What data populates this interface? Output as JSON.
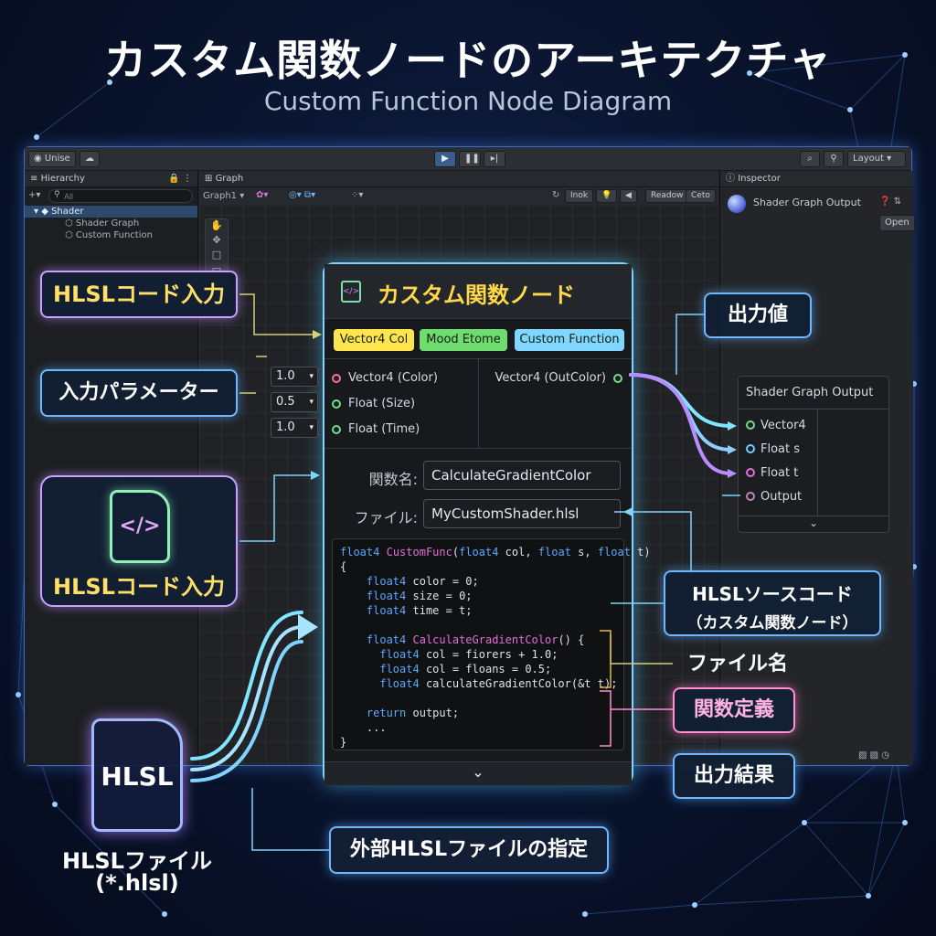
{
  "title": {
    "main": "カスタム関数ノードのアーキテクチャ",
    "sub": "Custom Function Node Diagram"
  },
  "colors": {
    "accent_cyan": "#7fd4ff",
    "accent_yellow": "#ffd84d",
    "accent_purple": "#c9a2ff",
    "accent_pink": "#ff8fd0",
    "wire_cyan": "#7fe6ff",
    "wire_violet": "#b98cff"
  },
  "unity": {
    "toolbar": {
      "app": "Unise",
      "layout": "Layout",
      "play_icon": "play-icon",
      "pause_icon": "pause-icon",
      "step_icon": "step-icon"
    },
    "hierarchy": {
      "tab": "Hierarchy",
      "add": "+▾",
      "search_placeholder": "All",
      "root": "Shader",
      "children": [
        "Shader Graph",
        "Custom Function"
      ]
    },
    "graph": {
      "tab": "Graph",
      "graph_select": "Graph1",
      "tools": [
        "Inok",
        "Readow",
        "Ceto"
      ]
    },
    "inspector": {
      "tab": "Inspector",
      "asset": "Shader Graph Output",
      "open_button": "Open"
    }
  },
  "node": {
    "title": "カスタム関数ノード",
    "chips": [
      "Vector4 Col",
      "Mood Etome",
      "Custom Function"
    ],
    "inputs": [
      {
        "value": "1.0",
        "label": "Vector4 (Color)"
      },
      {
        "value": "0.5",
        "label": "Float (Size)"
      },
      {
        "value": "1.0",
        "label": "Float (Time)"
      }
    ],
    "output": "Vector4 (OutColor)",
    "function_name_label": "関数名:",
    "function_name": "CalculateGradientColor",
    "file_label": "ファイル:",
    "file": "MyCustomShader.hlsl",
    "code": [
      "float4 CustomFunc(float4 col, float s, float t)",
      "{",
      "    float4 color = 0;",
      "    float4 size = 0;",
      "    float4 time = t;",
      "",
      "    float4 CalculateGradientColor() {",
      "      float4 col = fiorers + 1.0;",
      "      float4 col = floans = 0.5;",
      "      float4 calculateGradientColor(&t t);",
      "",
      "    return output;",
      "    ...",
      "}"
    ]
  },
  "shader_output": {
    "title": "Shader Graph Output",
    "ports": [
      "Vector4",
      "Float s",
      "Float t",
      "Output"
    ]
  },
  "callouts": {
    "hlsl_input_top": "HLSLコード入力",
    "input_params": "入力パラメーター",
    "hlsl_input_card": "HLSLコード入力",
    "output_value": "出力値",
    "hlsl_source_line1": "HLSLソースコード",
    "hlsl_source_line2": "（カスタム関数ノード）",
    "file_name": "ファイル名",
    "func_def": "関数定義",
    "output_result": "出力結果",
    "external_file": "外部HLSLファイルの指定",
    "hlsl_file_line1": "HLSLファイル",
    "hlsl_file_line2": "(*.hlsl)",
    "hlsl_badge": "HLSL",
    "code_icon": "code-brackets-icon"
  }
}
